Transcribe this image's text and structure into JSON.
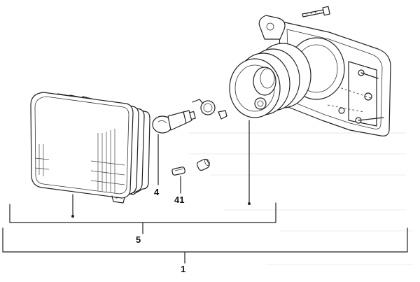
{
  "diagram": {
    "callouts": {
      "assembly": "1",
      "headlamp_unit": "5",
      "main_bulb": "4",
      "side_bulb": "41"
    },
    "colors": {
      "ink": "#222222",
      "background": "#ffffff"
    }
  }
}
